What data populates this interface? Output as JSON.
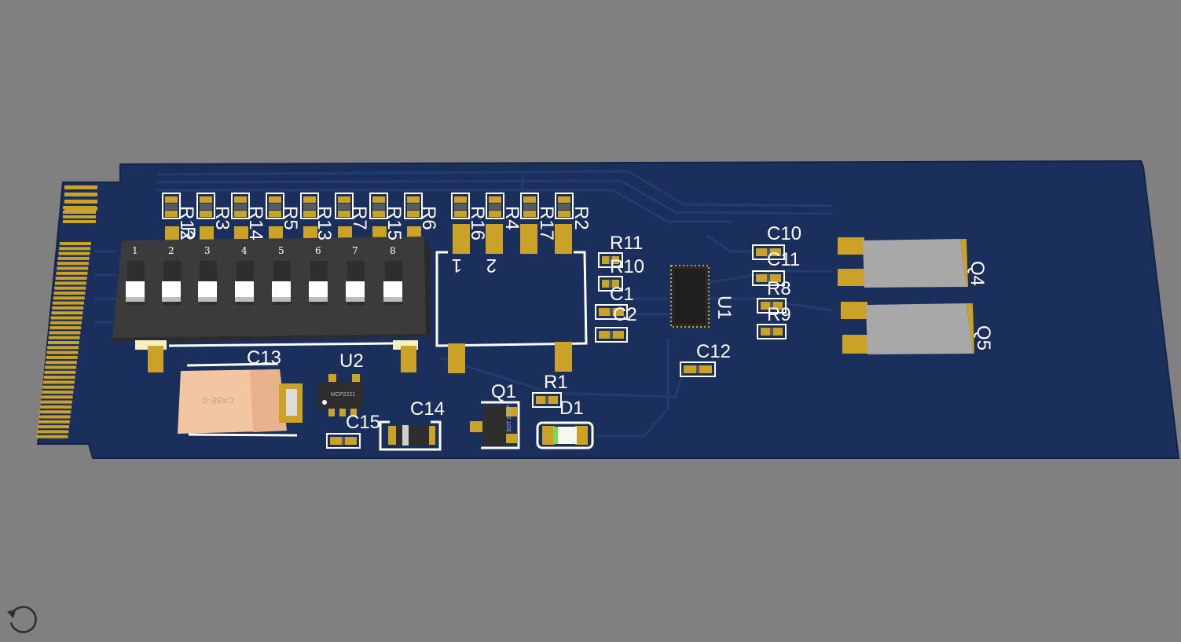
{
  "viewer": {
    "background": "#808080",
    "reset_view_icon": "rotate-ccw-icon"
  },
  "board": {
    "color": "#1b2f5c",
    "trace_color": "#233c6e",
    "pad_color": "#c9a227",
    "silkscreen_color": "#ffffff"
  },
  "dip_switch": {
    "positions": [
      "1",
      "2",
      "3",
      "4",
      "5",
      "6",
      "7",
      "8"
    ]
  },
  "designators": {
    "r12": "R12",
    "r3": "R3",
    "r14": "R14",
    "r5": "R5",
    "r13": "R13",
    "r7": "R7",
    "r15": "R15",
    "r6": "R6",
    "r16": "R16",
    "r4": "R4",
    "r17": "R17",
    "r2": "R2",
    "r11": "R11",
    "r10": "R10",
    "c1": "C1",
    "c2": "C2",
    "u1": "U1",
    "c10": "C10",
    "c11": "C11",
    "r8": "R8",
    "r9": "R9",
    "c12": "C12",
    "q4": "Q4",
    "q5": "Q5",
    "c13": "C13",
    "u2": "U2",
    "c15": "C15",
    "c14": "C14",
    "q1": "Q1",
    "r1": "R1",
    "d1": "D1"
  },
  "relay_pins": {
    "pin1": "1",
    "pin2": "2"
  },
  "markings": {
    "c13_case": "CASE-D",
    "u2_part": "MCP2221",
    "q1_part": "SOT 23-3P"
  }
}
